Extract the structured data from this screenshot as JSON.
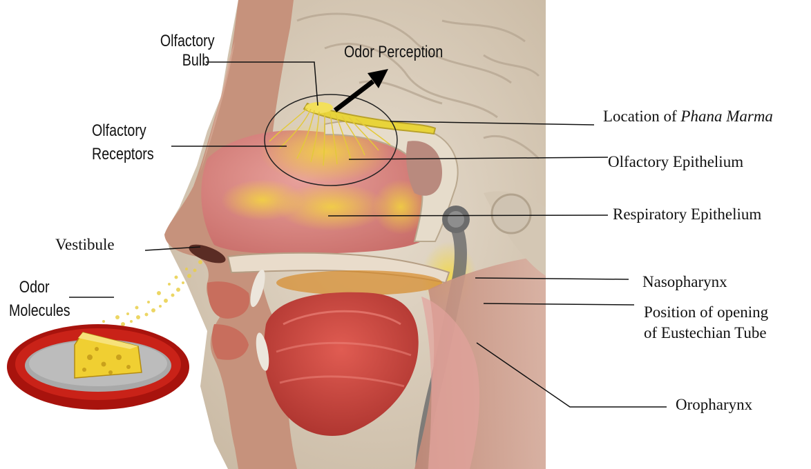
{
  "labels": {
    "olfactory_bulb": [
      "Olfactory",
      "Bulb"
    ],
    "odor_perception": "Odor Perception",
    "olfactory_receptors": [
      "Olfactory",
      "Receptors"
    ],
    "vestibule": "Vestibule",
    "odor_molecules": [
      "Odor",
      "Molecules"
    ],
    "location_prefix": "Location of ",
    "location_italic": "Phana Marma",
    "olfactory_epithelium": "Olfactory Epithelium",
    "respiratory_epithelium": "Respiratory Epithelium",
    "nasopharynx": "Nasopharynx",
    "eustachian": [
      "Position of opening",
      "of Eustechian Tube"
    ],
    "oropharynx": "Oropharynx"
  },
  "colors": {
    "skin": "#c98f78",
    "cavity": "#d98585",
    "muscle": "#c5443c",
    "brain": "#ddd2c4",
    "bulb": "#e8d43a",
    "plate_rim": "#b01810",
    "plate_center": "#b9b9b9",
    "cheese": "#f2d63c"
  },
  "icons": [
    "arrow-icon",
    "cheese-icon",
    "plate-icon"
  ]
}
